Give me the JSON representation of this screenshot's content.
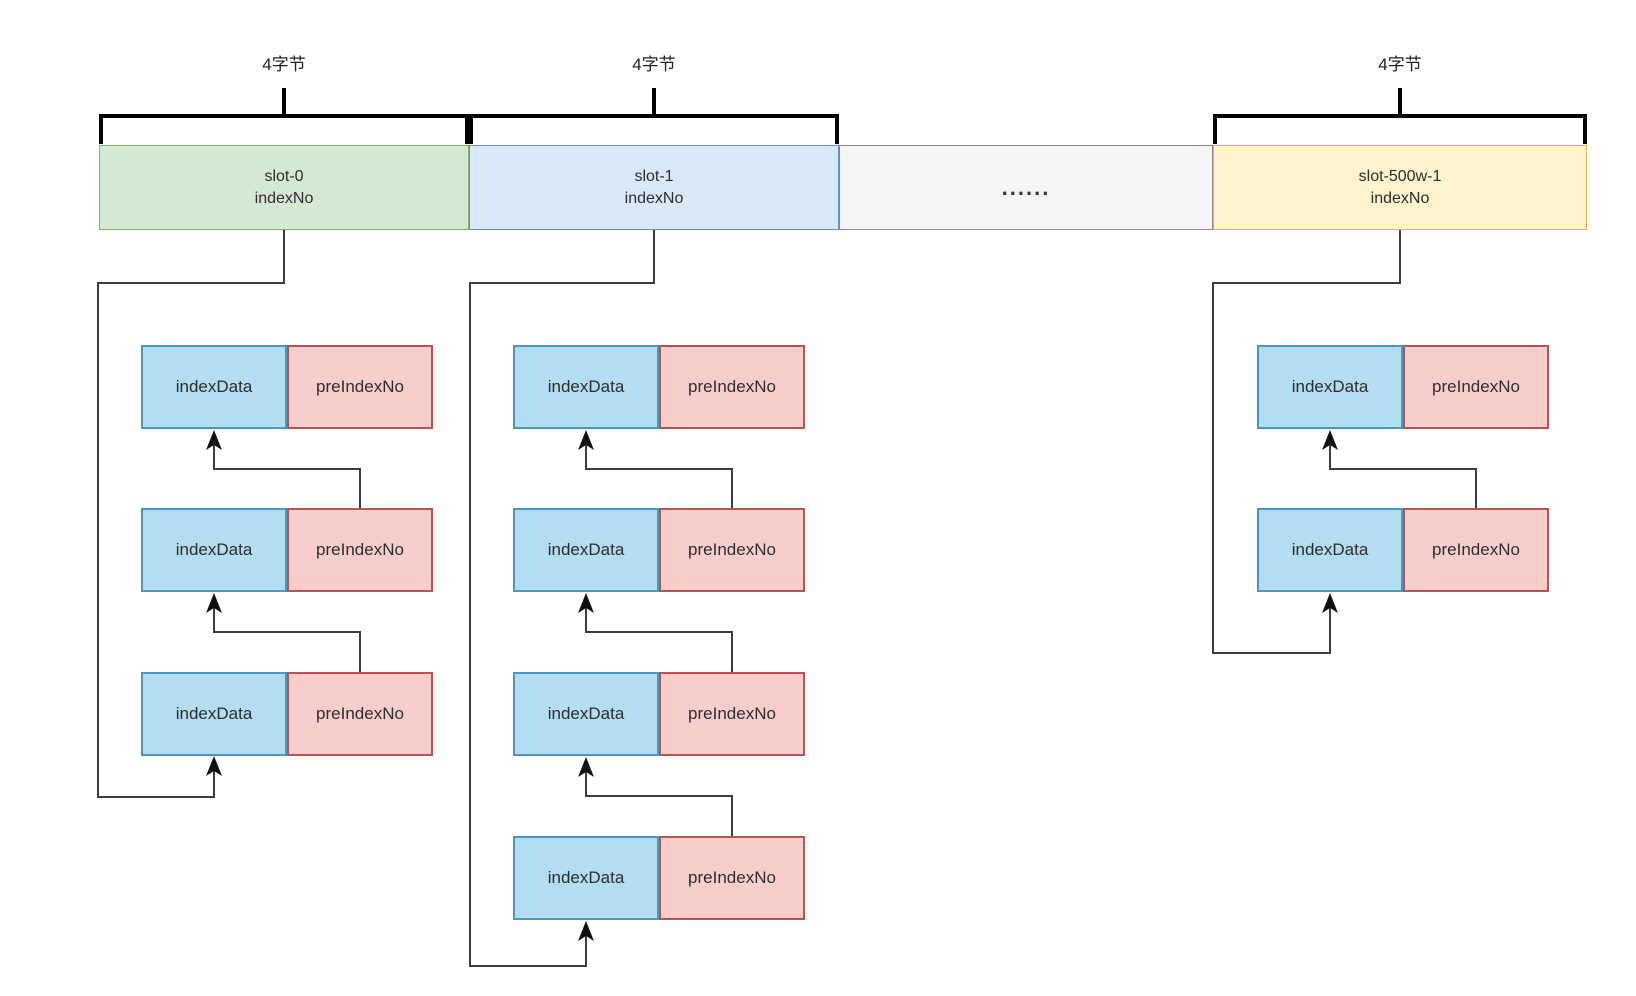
{
  "diagram": {
    "labels": {
      "byte_width": "4字节",
      "index_data": "indexData",
      "pre_index_no": "preIndexNo"
    },
    "slots": [
      {
        "name": "slot-0",
        "field": "indexNo",
        "fill": "#d5e8d4",
        "stroke": "#82b366",
        "entry_count": 3
      },
      {
        "name": "slot-1",
        "field": "indexNo",
        "fill": "#dae8fc",
        "stroke": "#6c8ebf",
        "entry_count": 4
      },
      {
        "name": "......",
        "fill": "#f5f5f5",
        "stroke": "#8a8a8a"
      },
      {
        "name": "slot-500w-1",
        "field": "indexNo",
        "fill": "#fff2cc",
        "stroke": "#d6b656",
        "entry_count": 2
      }
    ],
    "colors": {
      "index_data_fill": "#b3ddf0",
      "index_data_stroke": "#4a98c0",
      "pre_index_no_fill": "#f8cecc",
      "pre_index_no_stroke": "#b85450",
      "connector_line": "#3d3d3d",
      "arrowhead": "#111111",
      "bracket": "#000000"
    }
  }
}
